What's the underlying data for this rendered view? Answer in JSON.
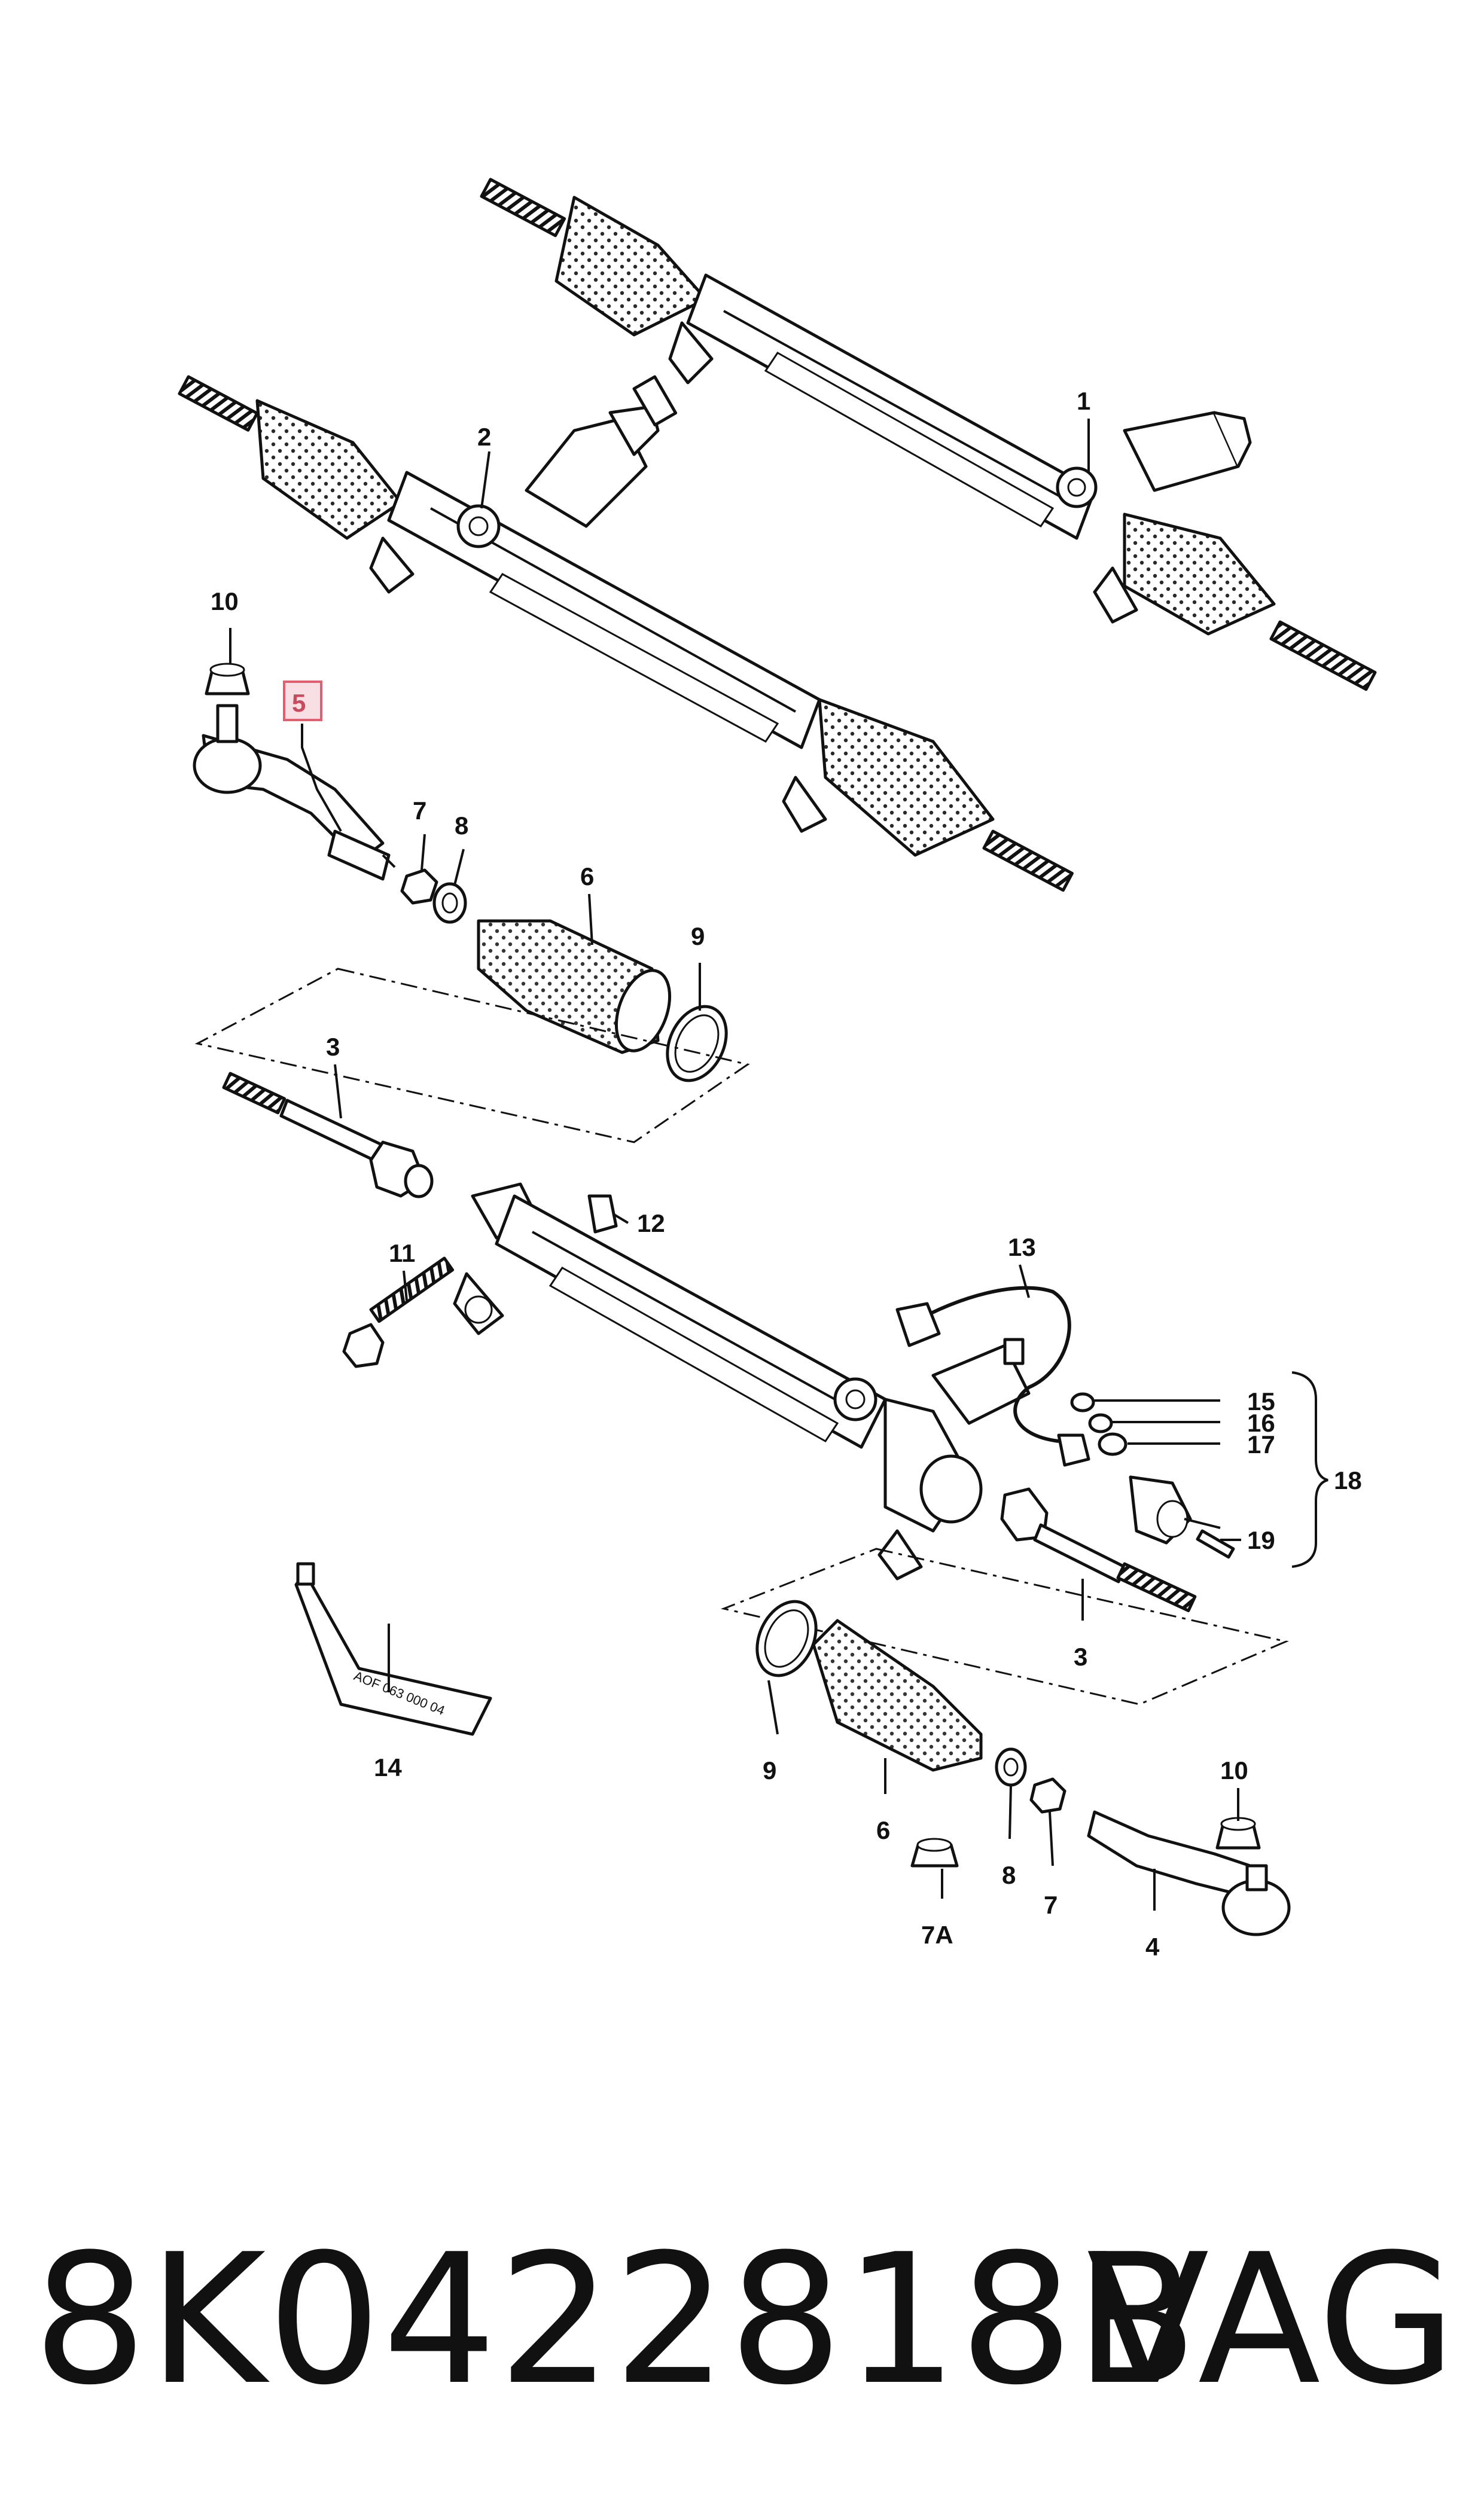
{
  "callouts": {
    "c1": "1",
    "c2": "2",
    "c3a": "3",
    "c3b": "3",
    "c4": "4",
    "c5": "5",
    "c6a": "6",
    "c6b": "6",
    "c7a": "7",
    "c7b": "7",
    "c7A": "7A",
    "c8a": "8",
    "c8b": "8",
    "c9a": "9",
    "c9b": "9",
    "c10a": "10",
    "c10b": "10",
    "c11": "11",
    "c12": "12",
    "c13": "13",
    "c14": "14",
    "c15": "15",
    "c16": "16",
    "c17": "17",
    "c18": "18",
    "c19": "19"
  },
  "highlight_color": "#e06070",
  "tube_text": "AOF 063 000 04",
  "footer": {
    "part_number": "8K0422818B",
    "brand": "VAG"
  }
}
